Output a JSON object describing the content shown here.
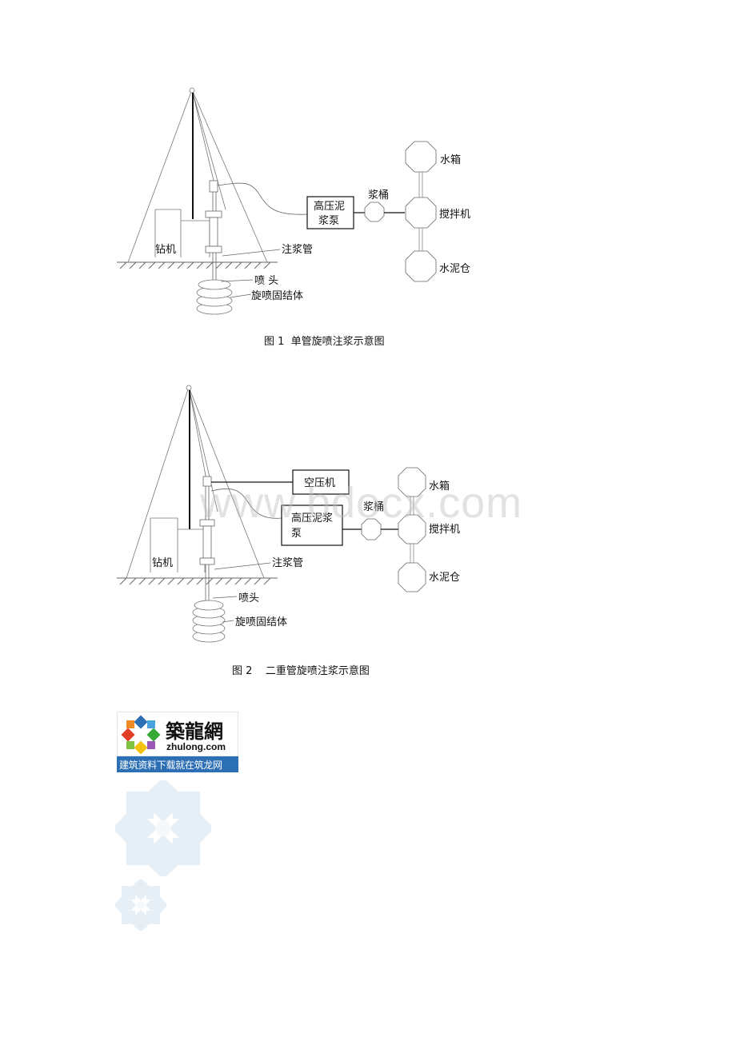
{
  "figure1": {
    "caption": "图 1  单管旋喷注浆示意图",
    "labels": {
      "drill_rig": "钻机",
      "grout_pipe": "注浆管",
      "nozzle": "喷 头",
      "jet_body": "旋喷固结体",
      "hp_pump_line1": "高压泥",
      "hp_pump_line2": "浆泵",
      "slurry_tank": "浆桶",
      "water_tank": "水箱",
      "mixer": "搅拌机",
      "cement_silo": "水泥仓"
    }
  },
  "figure2": {
    "caption": "图 2    二重管旋喷注浆示意图",
    "labels": {
      "drill_rig": "钻机",
      "grout_pipe": "注浆管",
      "nozzle": "喷头",
      "jet_body": "旋喷固结体",
      "air_compressor": "空压机",
      "hp_pump_line1": "高压泥浆",
      "hp_pump_line2": "泵",
      "slurry_tank": "浆桶",
      "water_tank": "水箱",
      "mixer": "搅拌机",
      "cement_silo": "水泥仓"
    }
  },
  "watermark": "www.bdocx.com",
  "logo": {
    "title": "築龍網",
    "domain": "zhulong.com",
    "slogan": "建筑资料下载就在筑龙网"
  }
}
